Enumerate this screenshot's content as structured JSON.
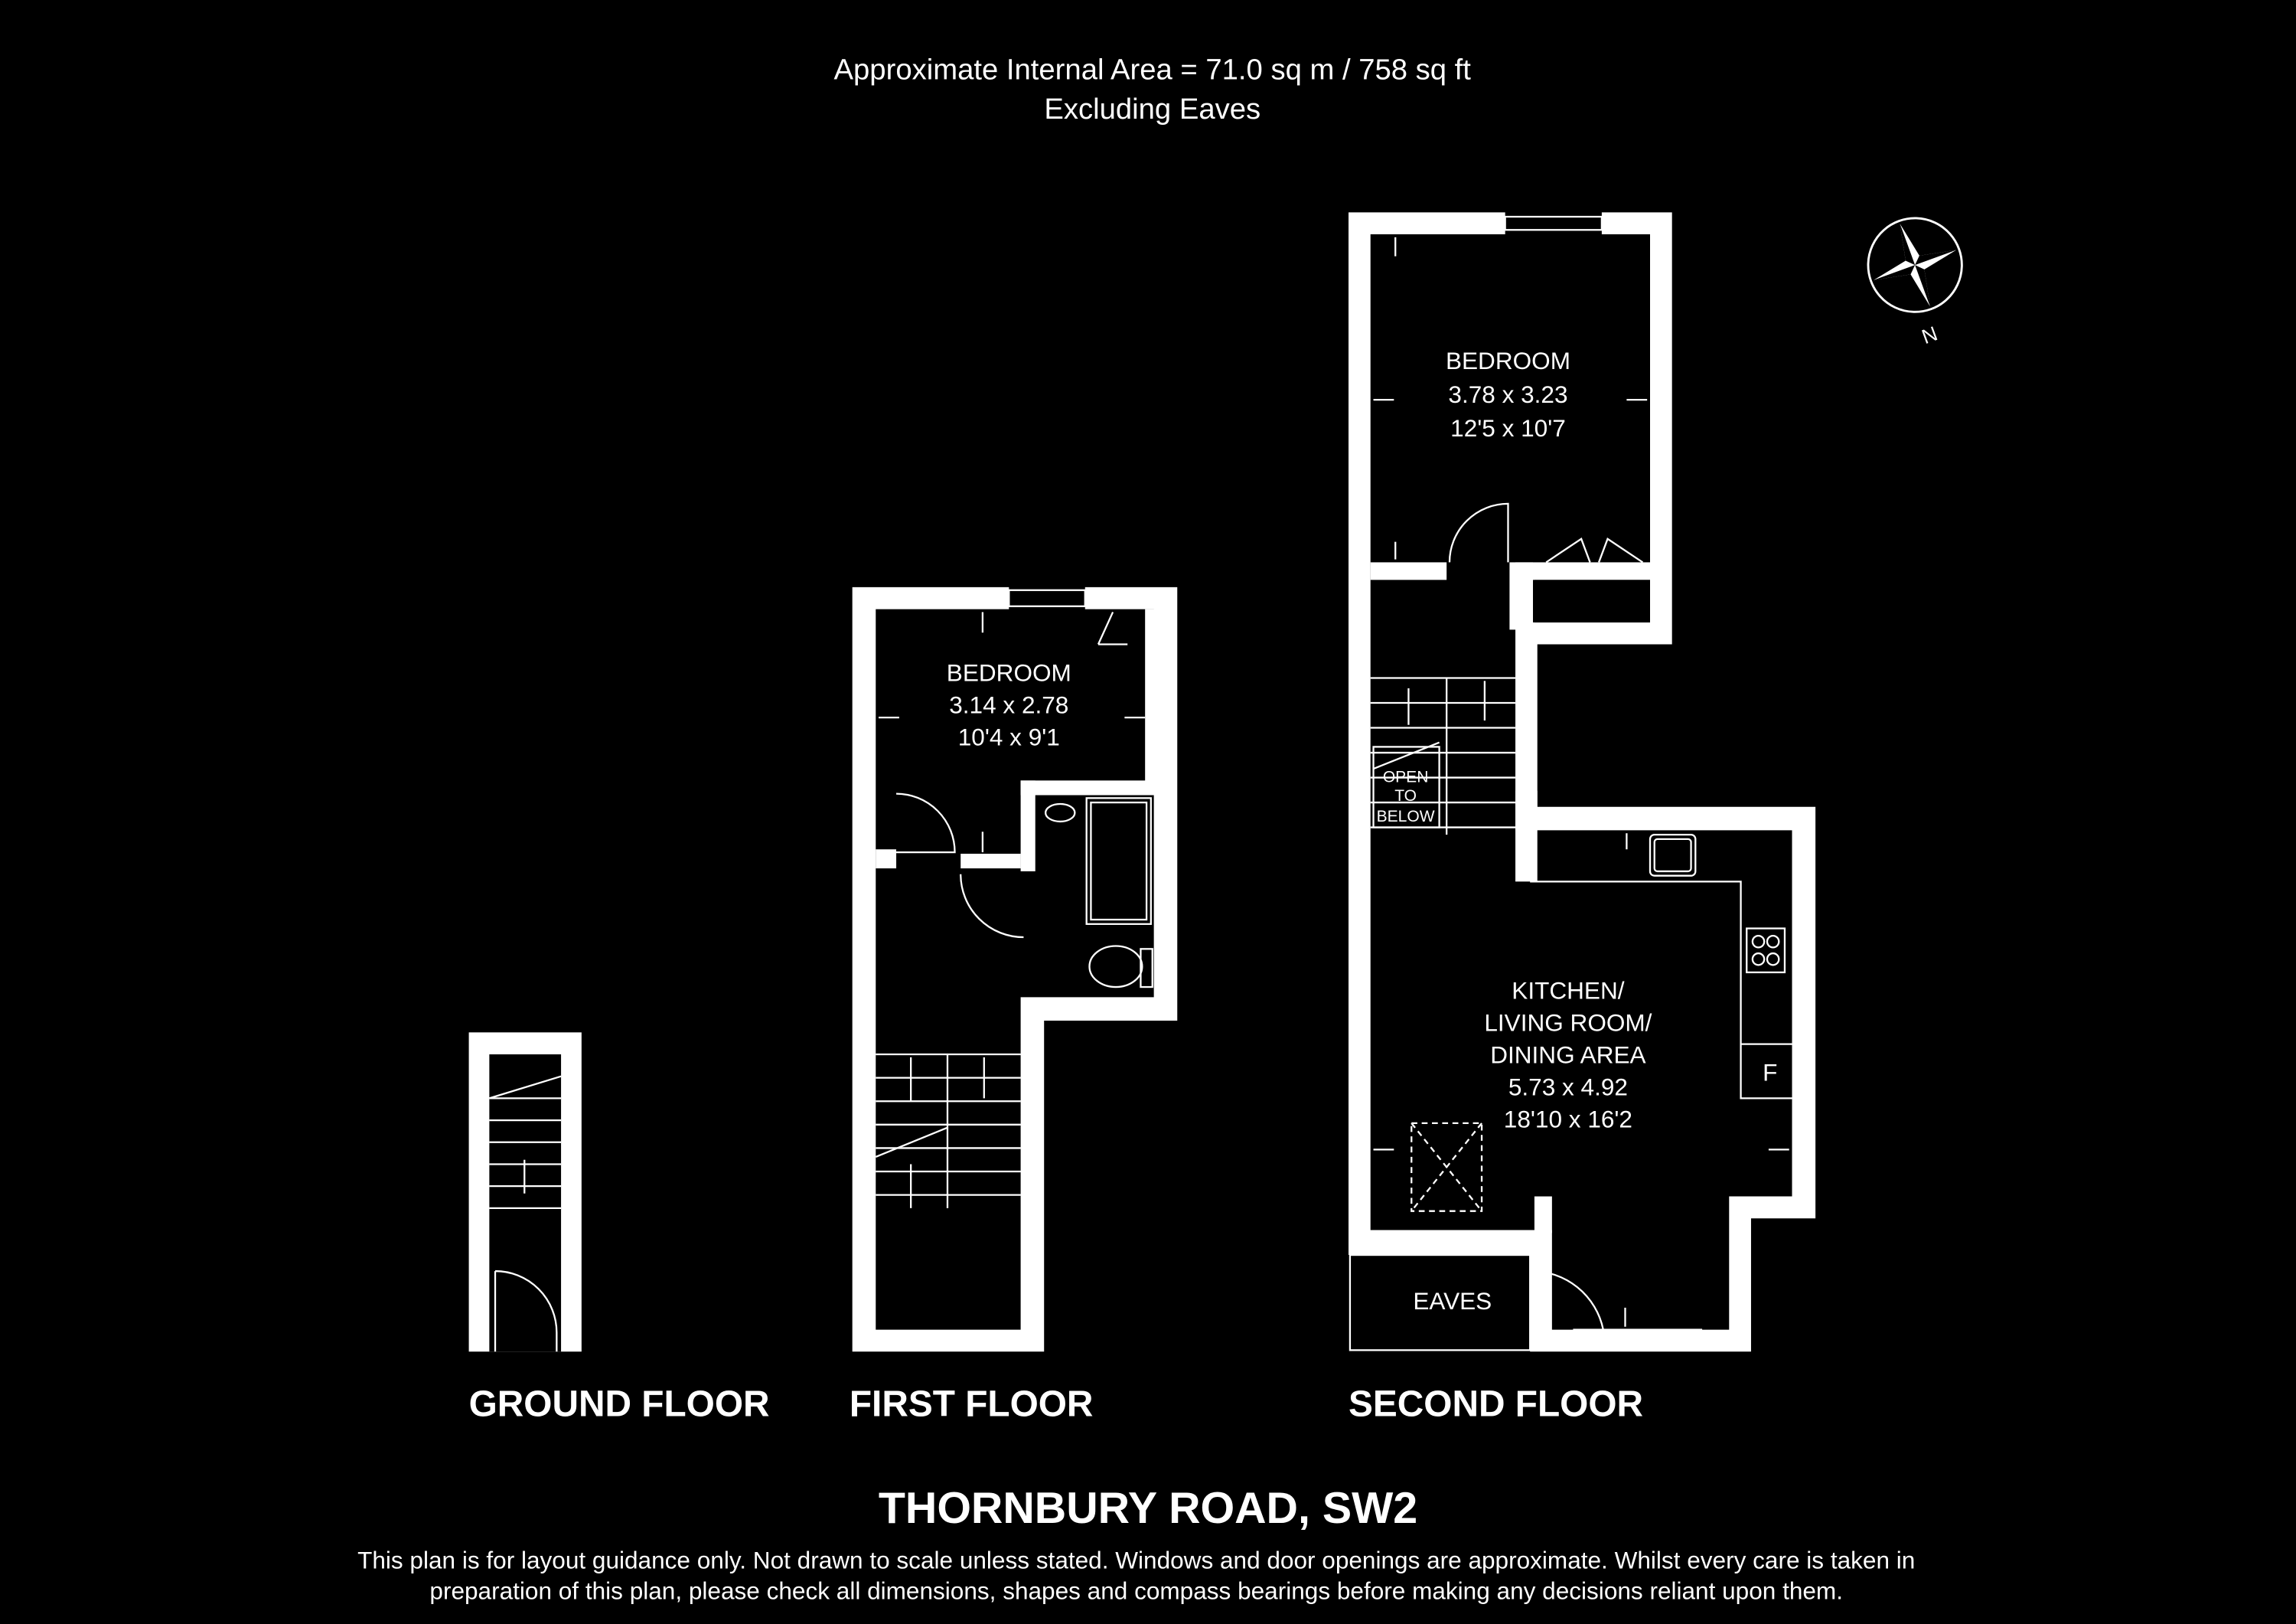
{
  "header": {
    "area": "Approximate Internal Area = 71.0 sq m / 758 sq ft",
    "note": "Excluding Eaves"
  },
  "floors": [
    {
      "label": "GROUND FLOOR"
    },
    {
      "label": "FIRST FLOOR",
      "rooms": [
        {
          "name": "BEDROOM",
          "metric": "3.14 x 2.78",
          "imperial": "10'4 x 9'1"
        }
      ]
    },
    {
      "label": "SECOND FLOOR",
      "rooms": [
        {
          "name": "BEDROOM",
          "metric": "3.78 x 3.23",
          "imperial": "12'5 x 10'7"
        },
        {
          "name_lines": [
            "KITCHEN/",
            "LIVING ROOM/",
            "DINING AREA"
          ],
          "metric": "5.73 x 4.92",
          "imperial": "18'10 x 16'2"
        }
      ],
      "labels": {
        "open_to_below": [
          "OPEN",
          "TO",
          "BELOW"
        ],
        "eaves": "EAVES",
        "fridge": "F"
      }
    }
  ],
  "compass": {
    "north_label": "N"
  },
  "footer": {
    "title": "THORNBURY ROAD, SW2",
    "disclaimer_1": "This plan is for layout guidance only. Not drawn to scale unless stated. Windows and door openings are approximate. Whilst every care is taken in",
    "disclaimer_2": "preparation of this plan, please check all dimensions, shapes and compass bearings before making any decisions reliant upon them."
  }
}
